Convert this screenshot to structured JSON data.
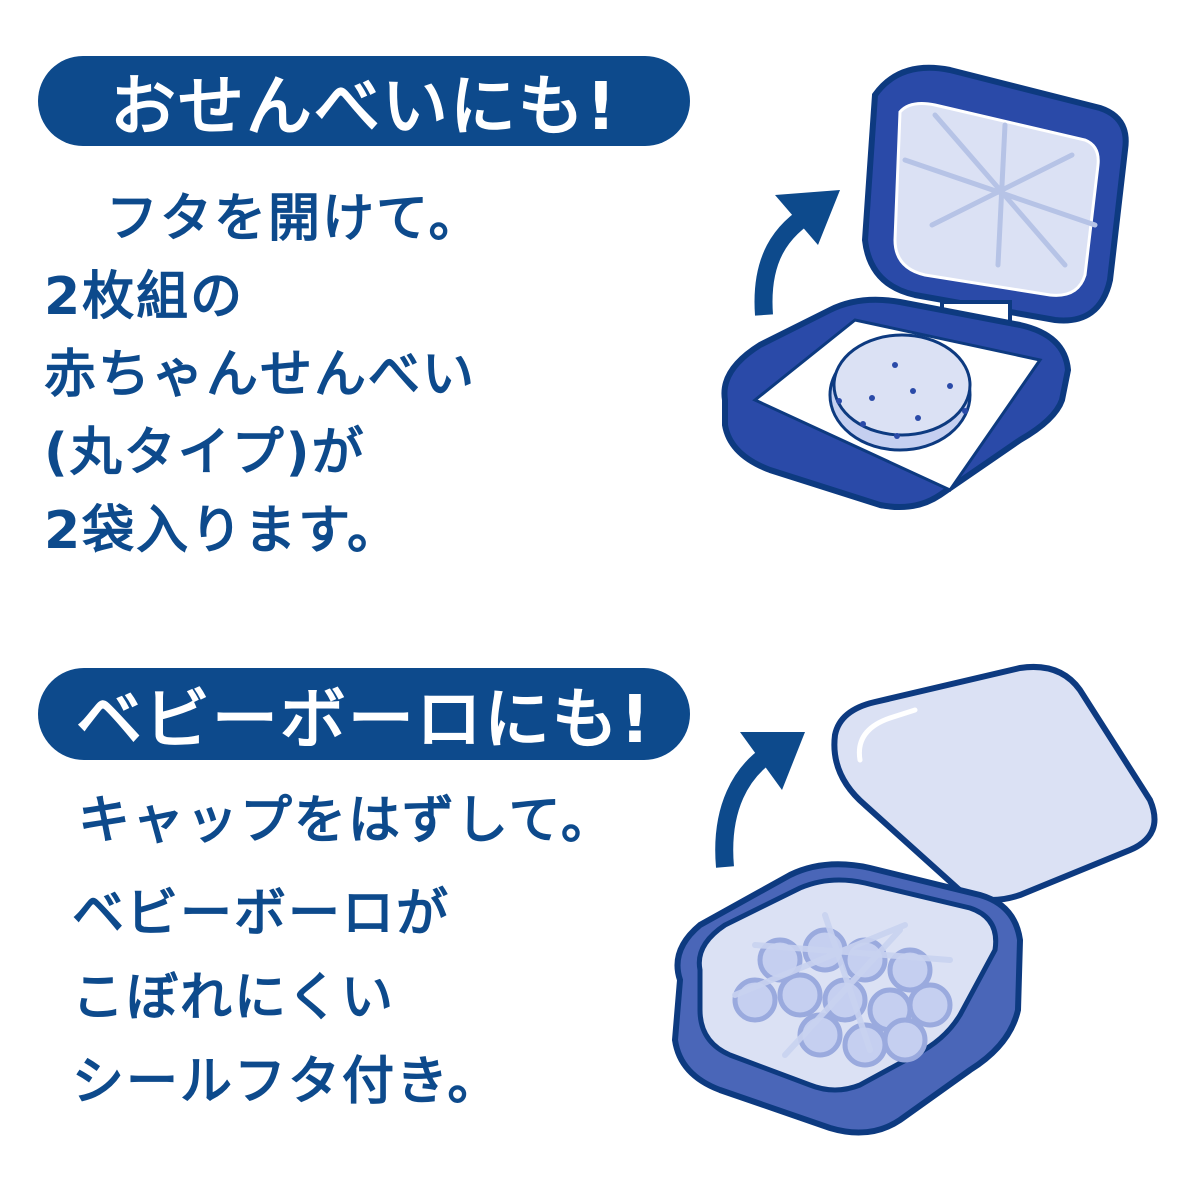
{
  "section_senbei": {
    "heading": "おせんべいにも!",
    "instruction": "フタを開けて。",
    "description_lines": [
      "2枚組の",
      "赤ちゃんせんべい",
      "(丸タイプ)が",
      "2袋入ります。"
    ],
    "illustration": "open-hinged-case-with-rice-cracker-packet"
  },
  "section_boro": {
    "heading": "ベビーボーロにも!",
    "instruction": "キャップをはずして。",
    "description_lines": [
      "ベビーボーロが",
      "こぼれにくい",
      "シールフタ付き。"
    ],
    "illustration": "case-with-cap-removed-showing-baby-boro"
  },
  "colors": {
    "brand_navy": "#0d4a8c",
    "case_blue": "#2a4aa8",
    "light_fill": "#dbe1f4",
    "background": "#ffffff"
  }
}
